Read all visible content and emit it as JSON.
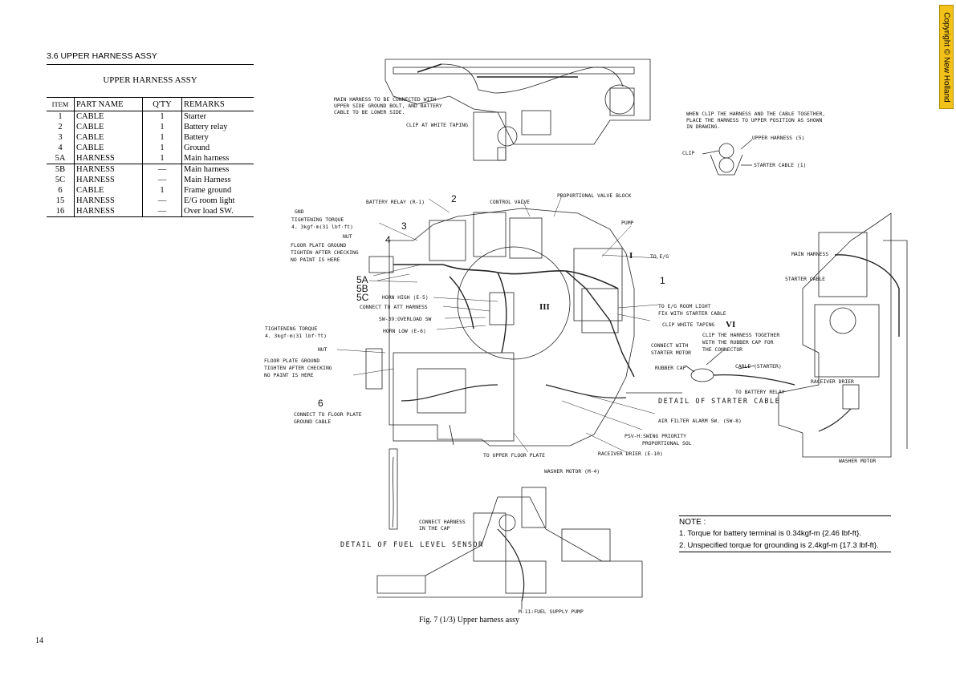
{
  "section": {
    "heading": "3.6  UPPER HARNESS ASSY"
  },
  "parts_table": {
    "title": "UPPER HARNESS ASSY",
    "headers": {
      "item": "ITEM",
      "part_name": "PART NAME",
      "qty": "Q'TY",
      "remarks": "REMARKS"
    },
    "rows": [
      {
        "item": "1",
        "part_name": "CABLE",
        "qty": "1",
        "remarks": "Starter"
      },
      {
        "item": "2",
        "part_name": "CABLE",
        "qty": "1",
        "remarks": "Battery relay"
      },
      {
        "item": "3",
        "part_name": "CABLE",
        "qty": "1",
        "remarks": "Battery"
      },
      {
        "item": "4",
        "part_name": "CABLE",
        "qty": "1",
        "remarks": "Ground"
      },
      {
        "item": "5A",
        "part_name": "HARNESS",
        "qty": "1",
        "remarks": "Main harness"
      },
      {
        "item": "5B",
        "part_name": "HARNESS",
        "qty": "—",
        "remarks": "Main harness"
      },
      {
        "item": "5C",
        "part_name": "HARNESS",
        "qty": "—",
        "remarks": "Main Harness"
      },
      {
        "item": "6",
        "part_name": "CABLE",
        "qty": "1",
        "remarks": "Frame ground"
      },
      {
        "item": "15",
        "part_name": "HARNESS",
        "qty": "—",
        "remarks": "E/G room light"
      },
      {
        "item": "16",
        "part_name": "HARNESS",
        "qty": "—",
        "remarks": "Over load SW."
      }
    ]
  },
  "copyright": "Copyright © New Holland",
  "drawing": {
    "labels": {
      "main_harness_note_1": "MAIN HARNESS TO BE CONNECTED WITH",
      "main_harness_note_2": "UPPER SIDE GROUND BOLT, AND BATTERY",
      "main_harness_note_3": "CABLE TO BE LOWER SIDE.",
      "clip_white_taping_top": "CLIP AT WHITE TAPING",
      "clip_note_1": "WHEN CLIP THE HARNESS AND THE CABLE TOGETHER,",
      "clip_note_2": "PLACE THE HARNESS TO UPPER POSITION AS SHOWN",
      "clip_note_3": "IN DRAWING.",
      "upper_harness_5": "UPPER HARNESS (5)",
      "clip": "CLIP",
      "starter_cable_1": "STARTER CABLE (1)",
      "battery_relay": "BATTERY RELAY (R-1)",
      "control_valve": "CONTROL VALVE",
      "proportional_valve_block": "PROPORTIONAL VALVE BLOCK",
      "gnd": "GND",
      "tightening_torque_a_1": "TIGHTENING TORQUE",
      "tightening_torque_a_2": "4. 3kgf·m(31 lbf·ft)",
      "nut_a": "NUT",
      "floor_plate_a_1": "FLOOR PLATE GROUND",
      "floor_plate_a_2": "TIGHTEN AFTER CHECKING",
      "floor_plate_a_3": "NO PAINT IS HERE",
      "pump": "PUMP",
      "to_eg": "TO E/G",
      "horn_high": "HORN HIGH (E-5)",
      "connect_att_harness": "CONNECT TO ATT HARNESS",
      "sw39": "SW-39:OVERLOAD SW",
      "horn_low": "HORN LOW (E-6)",
      "tightening_torque_b_1": "TIGHTENING TORQUE",
      "tightening_torque_b_2": "4. 3kgf·m(31 lbf·ft)",
      "nut_b": "NUT",
      "floor_plate_b_1": "FLOOR PLATE GROUND",
      "floor_plate_b_2": "TIGHTEN AFTER CHECKING",
      "floor_plate_b_3": "NO PAINT IS HERE",
      "connect_floor_plate_1": "CONNECT TO FLOOR PLATE",
      "connect_floor_plate_2": "GROUND CABLE",
      "to_eg_room_light": "TO E/G ROOM LIGHT",
      "fix_with_starter_cable": "FIX WITH STARTER CABLE",
      "clip_white_taping": "CLIP WHITE TAPING",
      "clip_harness_together_1": "CLIP THE HARNESS TOGETHER",
      "clip_harness_together_2": "WITH THE RUBBER CAP FOR",
      "clip_harness_together_3": "THE CONNECTOR",
      "connect_with_1": "CONNECT WITH",
      "connect_with_2": "STARTER MOTOR",
      "rubber_cap": "RUBBER CAP",
      "cable_starter": "CABLE (STARTER)",
      "to_battery_relay": "TO BATTERY RELAY",
      "detail_starter_cable": "DETAIL OF STARTER CABLE",
      "main_harness": "MAIN HARNESS",
      "starter_cable": "STARTER CABLE",
      "raceiver_drier_right": "RACEIVER DRIER",
      "washer_motor_right": "WASHER MOTOR",
      "air_filter_alarm": "AIR FILTER ALARM SW. (SW-8)",
      "psv_h_1": "PSV-H:SWING PRIORITY",
      "psv_h_2": "PROPORTIONAL SOL",
      "to_upper_floor_plate": "TO UPPER FLOOR PLATE",
      "raceiver_drier": "RACEIVER DRIER (E-10)",
      "washer_motor": "WASHER MOTOR (M-4)",
      "connect_harness_cap_1": "CONNECT HARNESS",
      "connect_harness_cap_2": "IN THE CAP",
      "detail_fuel_level": "DETAIL OF FUEL LEVEL SENSOR",
      "fuel_supply_pump": "M-11:FUEL SUPPLY PUMP",
      "num_1": "1",
      "num_2": "2",
      "num_3": "3",
      "num_4": "4",
      "num_5a": "5A",
      "num_5b": "5B",
      "num_5c": "5C",
      "num_6": "6",
      "roman_1": "I",
      "roman_3": "III",
      "roman_6": "VI"
    }
  },
  "note": {
    "title": "NOTE :",
    "line1": "1.  Torque for battery terminal is 0.34kgf-m {2.46 lbf-ft}.",
    "line2": "2.  Unspecified torque for grounding is 2.4kgf-m {17.3 lbf-ft}."
  },
  "figure_caption": "Fig. 7 (1/3)     Upper harness assy",
  "page_number": "14"
}
